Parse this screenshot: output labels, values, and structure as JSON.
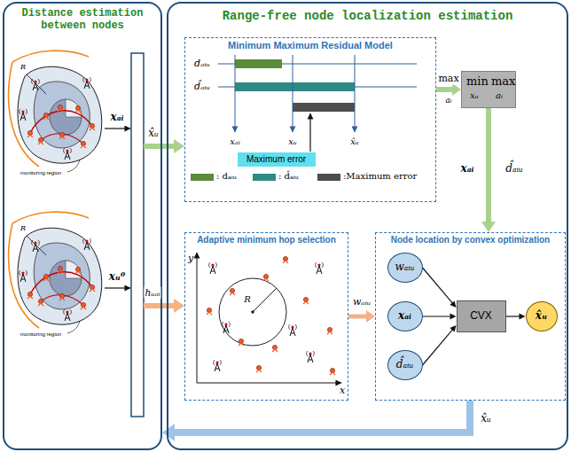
{
  "diagram": {
    "nodes": [
      {
        "text": [
          "Distance estimation between nodes"
        ]
      },
      {
        "text": [
          "Range-free node localization estimation"
        ]
      },
      {
        "text": [
          "Minimum Maximum Residual Model"
        ],
        "in": 1
      },
      {
        "text": [
          "Maximum error"
        ],
        "in": 2
      },
      {
        "text": [
          "min",
          "max",
          "xᵤ",
          "aᵢ"
        ],
        "in": 1
      },
      {
        "text": [
          "Adaptive minimum hop selection"
        ],
        "in": 1
      },
      {
        "text": [
          "Node location by convex optimization"
        ],
        "in": 1
      },
      {
        "text": [
          "wₐᵢᵤ"
        ],
        "in": 6
      },
      {
        "text": [
          "xₐᵢ"
        ],
        "in": 6
      },
      {
        "text": [
          "d̂ₐᵢᵤ"
        ],
        "in": 6
      },
      {
        "text": [
          "CVX"
        ],
        "in": 6
      },
      {
        "text": [
          "x̂ᵤ"
        ],
        "in": 6
      }
    ],
    "edges": [
      {
        "from": 0,
        "to": 2,
        "arrow": "to",
        "label": "x̂ᵤ"
      },
      {
        "from": 0,
        "to": 5,
        "arrow": "to",
        "label": "hᵤₐᵢ"
      },
      {
        "from": 2,
        "to": 4,
        "arrow": "to",
        "label": "max"
      },
      {
        "from": 4,
        "to": 6,
        "arrow": "to",
        "label": "d̂ₐᵢᵤ"
      },
      {
        "from": 5,
        "to": 6,
        "arrow": "to",
        "label": "wₐᵢᵤ"
      },
      {
        "from": 7,
        "to": 10,
        "arrow": "to"
      },
      {
        "from": 8,
        "to": 10,
        "arrow": "to"
      },
      {
        "from": 9,
        "to": 10,
        "arrow": "to"
      },
      {
        "from": 10,
        "to": 11,
        "arrow": "to"
      },
      {
        "from": 6,
        "to": 0,
        "arrow": "to",
        "label": "x̂ᵤ"
      }
    ],
    "labels": [
      "monitoring region",
      "R",
      "xₐᵢ",
      "monitoring region",
      "R",
      "xᵤ⁰",
      "dₐᵢᵤ",
      "d̂ₐᵢᵤ",
      "xₐᵢ",
      "xᵤ",
      "x̂ᵤ",
      "aᵢ",
      "xₐᵢ",
      "y",
      "x",
      "R"
    ],
    "legend": [
      {
        "text": ": dₐᵢᵤ",
        "color": "#5b8c3a"
      },
      {
        "text": ": d̂ₐᵢᵤ",
        "color": "#2e8b84"
      },
      {
        "text": ":Maximum error",
        "color": "#4d4d4d"
      }
    ]
  }
}
